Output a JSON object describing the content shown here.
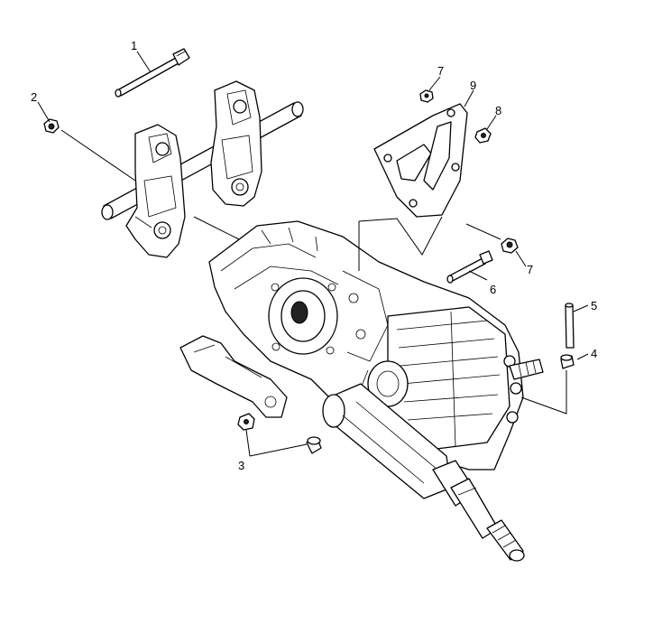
{
  "callouts": [
    "1",
    "2",
    "3",
    "4",
    "5",
    "6",
    "7",
    "7",
    "8",
    "9"
  ]
}
